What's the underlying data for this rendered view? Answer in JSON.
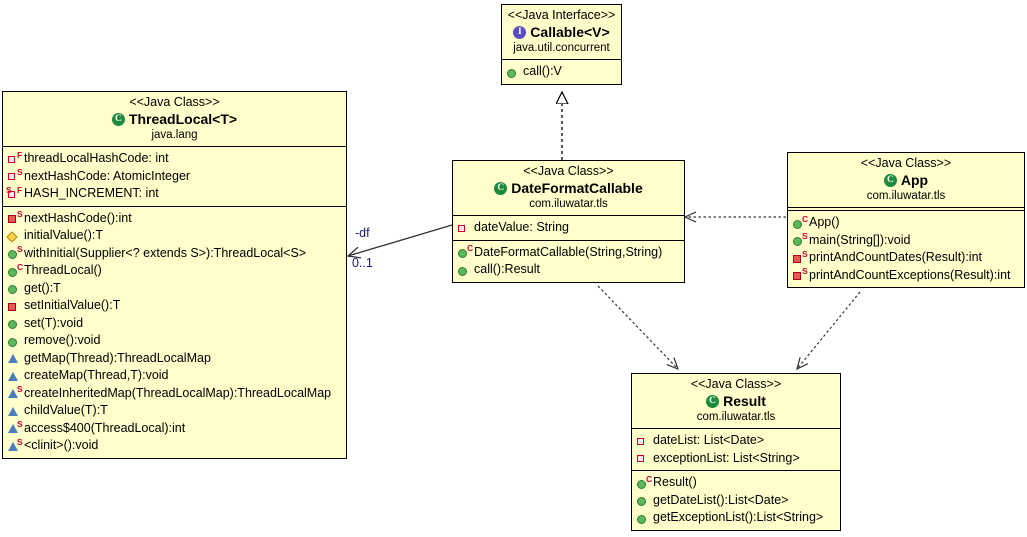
{
  "diagram": {
    "kind": "uml-class-diagram",
    "background": "#ffffff",
    "class_fill": "#ffffcc",
    "border": "#000000"
  },
  "classes": {
    "callable": {
      "stereotype": "<<Java Interface>>",
      "name": "Callable<V>",
      "package": "java.util.concurrent",
      "kind": "interface",
      "fields": [],
      "methods": [
        {
          "icon": "public-method-icon",
          "text": "call():V",
          "modifier": ""
        }
      ]
    },
    "threadlocal": {
      "stereotype": "<<Java Class>>",
      "name": "ThreadLocal<T>",
      "package": "java.lang",
      "kind": "class",
      "fields": [
        {
          "icon": "private-field-icon",
          "text": "threadLocalHashCode: int",
          "modifier": "F"
        },
        {
          "icon": "private-field-icon",
          "text": "nextHashCode: AtomicInteger",
          "modifier": "S"
        },
        {
          "icon": "private-field-icon",
          "text": "HASH_INCREMENT: int",
          "modifier": "SF"
        }
      ],
      "methods": [
        {
          "icon": "private-method-icon",
          "text": "nextHashCode():int",
          "modifier": "S"
        },
        {
          "icon": "protected-method-icon",
          "text": "initialValue():T",
          "modifier": ""
        },
        {
          "icon": "public-method-icon",
          "text": "withInitial(Supplier<? extends S>):ThreadLocal<S>",
          "modifier": "S"
        },
        {
          "icon": "public-method-icon",
          "text": "ThreadLocal()",
          "modifier": "C"
        },
        {
          "icon": "public-method-icon",
          "text": "get():T",
          "modifier": ""
        },
        {
          "icon": "private-method-icon",
          "text": "setInitialValue():T",
          "modifier": ""
        },
        {
          "icon": "public-method-icon",
          "text": "set(T):void",
          "modifier": ""
        },
        {
          "icon": "public-method-icon",
          "text": "remove():void",
          "modifier": ""
        },
        {
          "icon": "package-method-icon",
          "text": "getMap(Thread):ThreadLocalMap",
          "modifier": ""
        },
        {
          "icon": "package-method-icon",
          "text": "createMap(Thread,T):void",
          "modifier": ""
        },
        {
          "icon": "package-method-icon",
          "text": "createInheritedMap(ThreadLocalMap):ThreadLocalMap",
          "modifier": "S"
        },
        {
          "icon": "package-method-icon",
          "text": "childValue(T):T",
          "modifier": ""
        },
        {
          "icon": "package-method-icon",
          "text": "access$400(ThreadLocal):int",
          "modifier": "S"
        },
        {
          "icon": "package-method-icon",
          "text": "<clinit>():void",
          "modifier": "S"
        }
      ]
    },
    "dateformatcallable": {
      "stereotype": "<<Java Class>>",
      "name": "DateFormatCallable",
      "package": "com.iluwatar.tls",
      "kind": "class",
      "fields": [
        {
          "icon": "private-field-icon",
          "text": "dateValue: String",
          "modifier": ""
        }
      ],
      "methods": [
        {
          "icon": "public-method-icon",
          "text": "DateFormatCallable(String,String)",
          "modifier": "C"
        },
        {
          "icon": "public-method-icon",
          "text": "call():Result",
          "modifier": ""
        }
      ]
    },
    "app": {
      "stereotype": "<<Java Class>>",
      "name": "App",
      "package": "com.iluwatar.tls",
      "kind": "class",
      "fields": [],
      "methods": [
        {
          "icon": "public-method-icon",
          "text": "App()",
          "modifier": "C"
        },
        {
          "icon": "public-method-icon",
          "text": "main(String[]):void",
          "modifier": "S"
        },
        {
          "icon": "private-method-icon",
          "text": "printAndCountDates(Result):int",
          "modifier": "S"
        },
        {
          "icon": "private-method-icon",
          "text": "printAndCountExceptions(Result):int",
          "modifier": "S"
        }
      ]
    },
    "result": {
      "stereotype": "<<Java Class>>",
      "name": "Result",
      "package": "com.iluwatar.tls",
      "kind": "class",
      "fields": [
        {
          "icon": "private-field-icon",
          "text": "dateList: List<Date>",
          "modifier": ""
        },
        {
          "icon": "private-field-icon",
          "text": "exceptionList: List<String>",
          "modifier": ""
        }
      ],
      "methods": [
        {
          "icon": "public-method-icon",
          "text": "Result()",
          "modifier": "C"
        },
        {
          "icon": "public-method-icon",
          "text": "getDateList():List<Date>",
          "modifier": ""
        },
        {
          "icon": "public-method-icon",
          "text": "getExceptionList():List<String>",
          "modifier": ""
        }
      ]
    }
  },
  "relationships": {
    "association_df": {
      "role_label": "-df",
      "multiplicity": "0..1",
      "from": "DateFormatCallable",
      "to": "ThreadLocal<T>",
      "type": "association"
    },
    "realization_callable": {
      "from": "DateFormatCallable",
      "to": "Callable<V>",
      "type": "realization"
    },
    "dependency_app_dfc": {
      "from": "App",
      "to": "DateFormatCallable",
      "type": "dependency"
    },
    "dependency_dfc_result": {
      "from": "DateFormatCallable",
      "to": "Result",
      "type": "dependency"
    },
    "dependency_app_result": {
      "from": "App",
      "to": "Result",
      "type": "dependency"
    }
  }
}
